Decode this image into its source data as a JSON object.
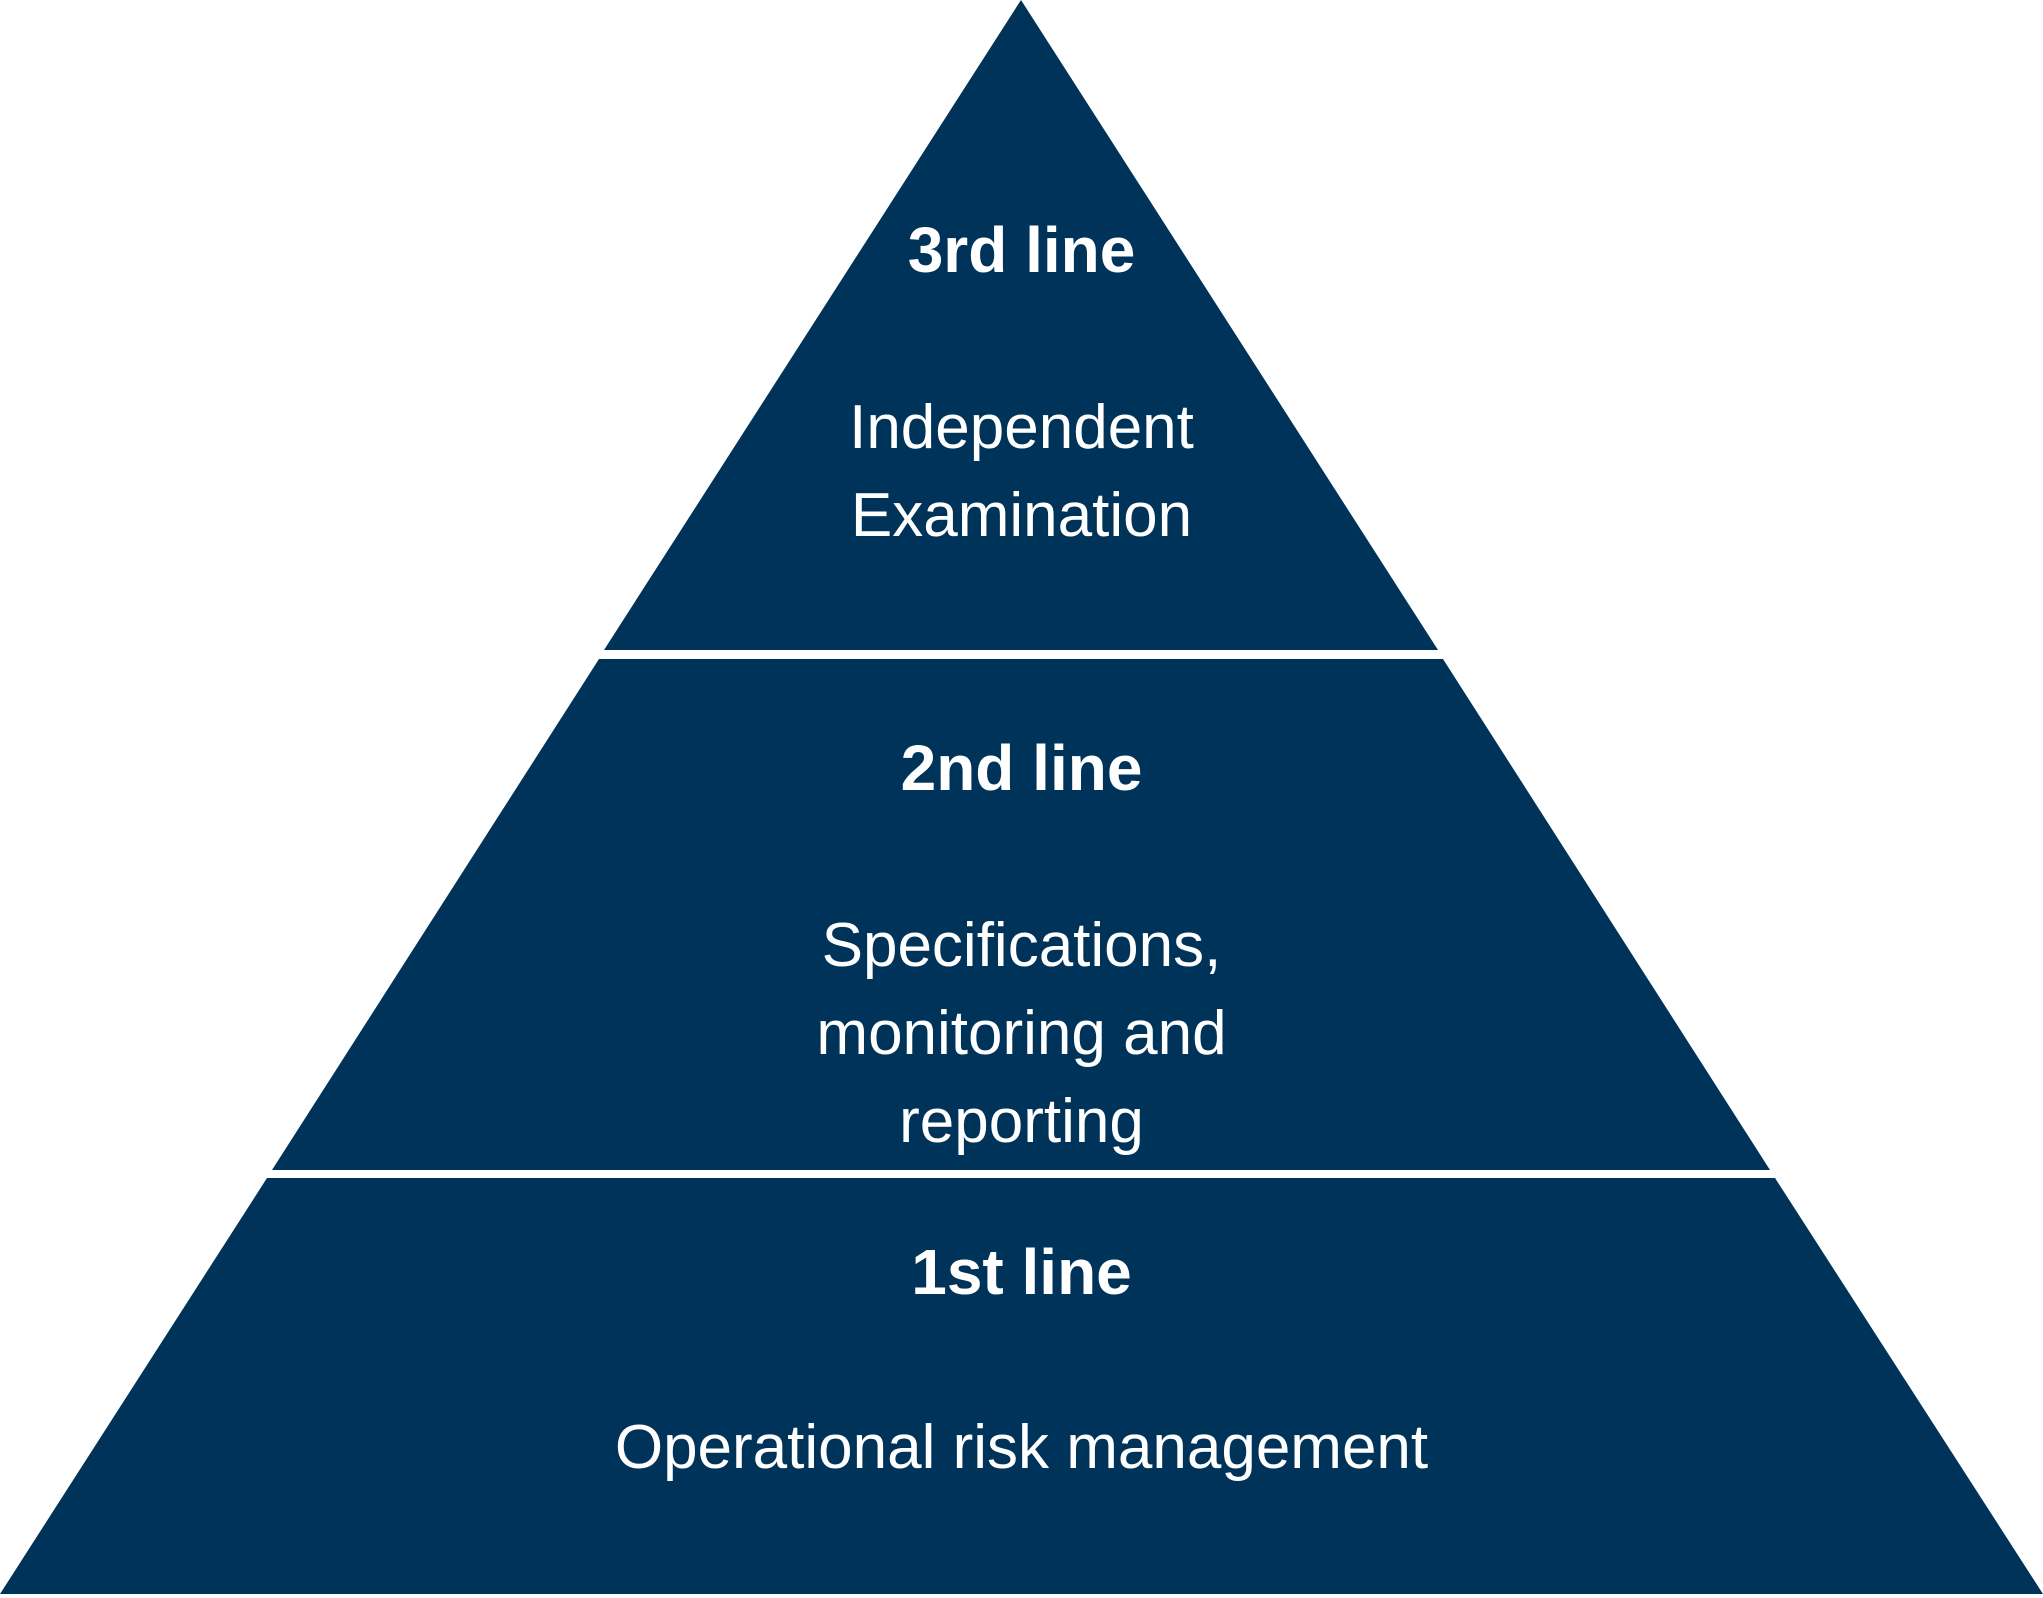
{
  "pyramid": {
    "fill_color": "#003359",
    "text_color": "#ffffff",
    "tiers": [
      {
        "title": "3rd line",
        "description": "Independent\nExamination"
      },
      {
        "title": "2nd line",
        "description": "Specifications,\nmonitoring and\nreporting"
      },
      {
        "title": "1st line",
        "description": "Operational risk management"
      }
    ]
  }
}
